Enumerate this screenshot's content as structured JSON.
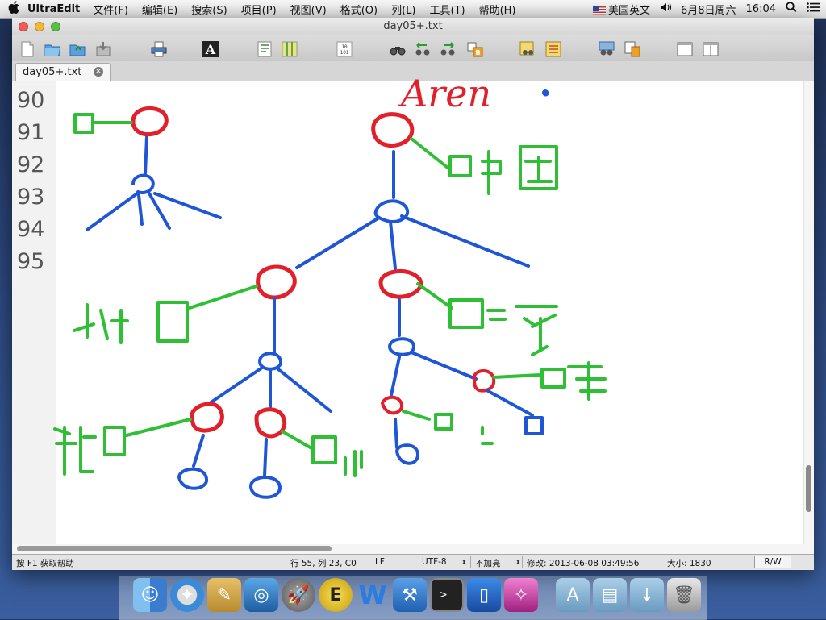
{
  "menubar": {
    "apple": "",
    "app_name": "UltraEdit",
    "items": [
      "文件(F)",
      "编辑(E)",
      "搜索(S)",
      "项目(P)",
      "视图(V)",
      "格式(O)",
      "列(L)",
      "工具(T)",
      "帮助(H)"
    ],
    "input_source": "美国英文",
    "date": "6月8日周六",
    "time": "16:04"
  },
  "window": {
    "title": "day05+.txt",
    "tab_label": "day05+.txt"
  },
  "editor": {
    "line_numbers": [
      "90",
      "91",
      "92",
      "93",
      "94",
      "95"
    ]
  },
  "statusbar": {
    "help": "按 F1 获取帮助",
    "position": "行 55, 列 23, C0",
    "line_ending": "LF",
    "encoding": "UTF-8",
    "highlight": "不加亮",
    "modified": "修改: 2013-06-08 03:49:56",
    "size": "大小: 1830",
    "mode": "R/W"
  },
  "annotation": {
    "handwritten_word": "Aren"
  },
  "colors": {
    "red": "#e0202a",
    "green": "#2fbf34",
    "blue": "#1f56d6"
  },
  "dock": {
    "icons": [
      "finder-icon",
      "safari-icon",
      "preview-icon",
      "app-icon",
      "launchpad-icon",
      "ultraedit-icon",
      "word-icon",
      "xcode-icon",
      "terminal-icon",
      "simulator-icon",
      "cleaner-icon",
      "applications-folder-icon",
      "documents-folder-icon",
      "downloads-folder-icon",
      "trash-icon"
    ]
  }
}
